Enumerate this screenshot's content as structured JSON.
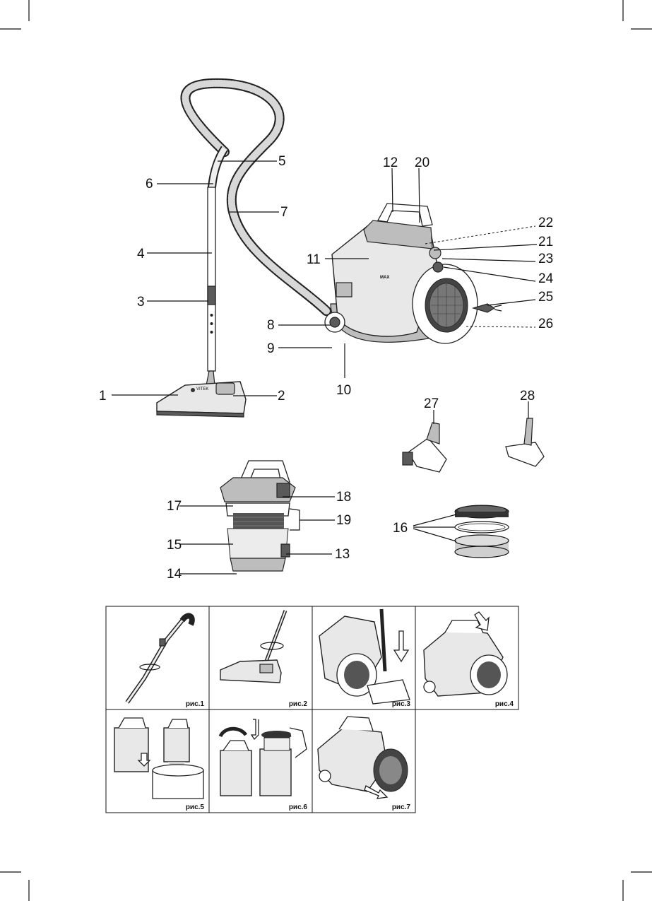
{
  "callouts": {
    "n1": "1",
    "n2": "2",
    "n3": "3",
    "n4": "4",
    "n5": "5",
    "n6": "6",
    "n7": "7",
    "n8": "8",
    "n9": "9",
    "n10": "10",
    "n11": "11",
    "n12": "12",
    "n13": "13",
    "n14": "14",
    "n15": "15",
    "n16": "16",
    "n17": "17",
    "n18": "18",
    "n19": "19",
    "n20": "20",
    "n21": "21",
    "n22": "22",
    "n23": "23",
    "n24": "24",
    "n25": "25",
    "n26": "26",
    "n27": "27",
    "n28": "28"
  },
  "product_marks": {
    "brand": "VITEK",
    "max": "MAX"
  },
  "figures": {
    "fig1": "рис.1",
    "fig2": "рис.2",
    "fig3": "рис.3",
    "fig4": "рис.4",
    "fig5": "рис.5",
    "fig6": "рис.6",
    "fig7": "рис.7"
  }
}
